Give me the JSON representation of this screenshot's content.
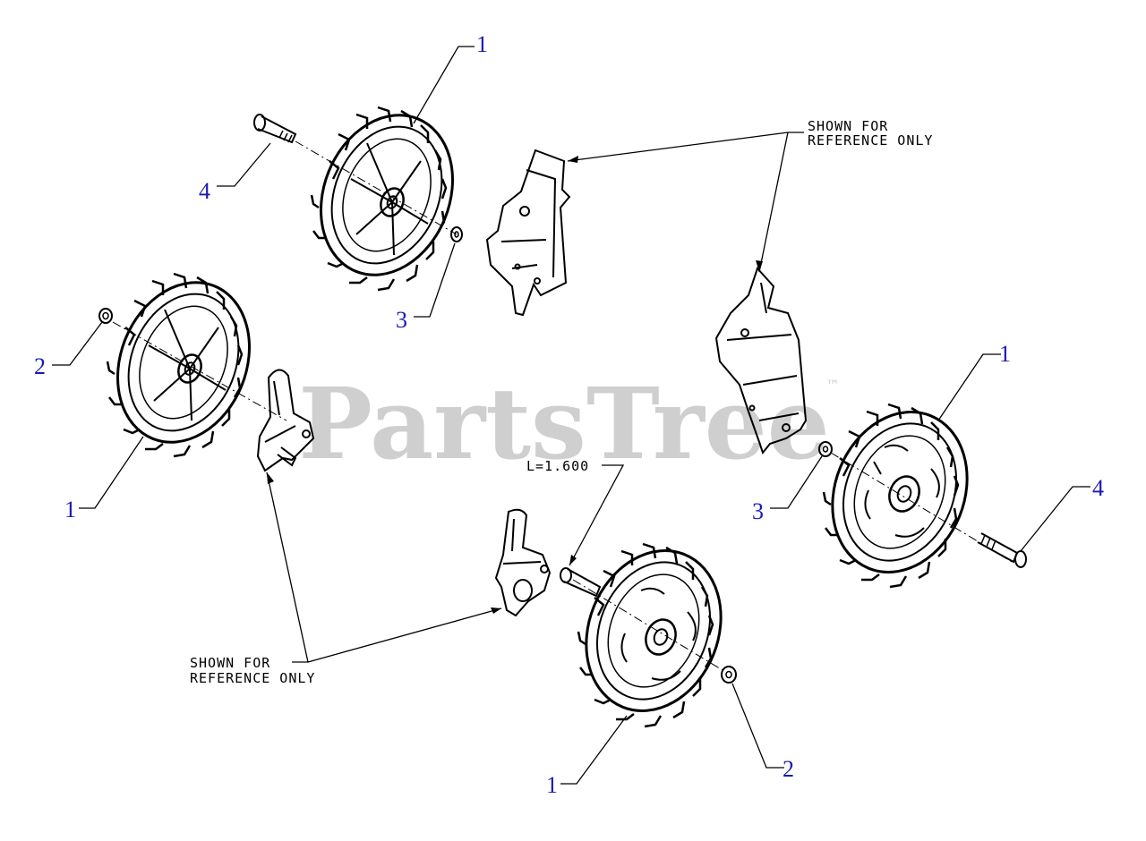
{
  "watermark": {
    "text": "PartsTree",
    "trademark": "™"
  },
  "colors": {
    "line": "#000000",
    "callout_text": "#1a1ab4",
    "watermark": "#cfcfcf",
    "background": "#ffffff"
  },
  "notes": {
    "reference_top_line1": "SHOWN FOR",
    "reference_top_line2": "REFERENCE ONLY",
    "reference_bottom_line1": "SHOWN FOR",
    "reference_bottom_line2": "REFERENCE ONLY",
    "length_dim": "L=1.600"
  },
  "callouts": {
    "top_wheel": "1",
    "top_bolt": "4",
    "top_washer": "3",
    "left_nut": "2",
    "left_wheel": "1",
    "right_wheel": "1",
    "right_washer": "3",
    "right_bolt": "4",
    "bottom_wheel": "1",
    "bottom_nut": "2"
  }
}
